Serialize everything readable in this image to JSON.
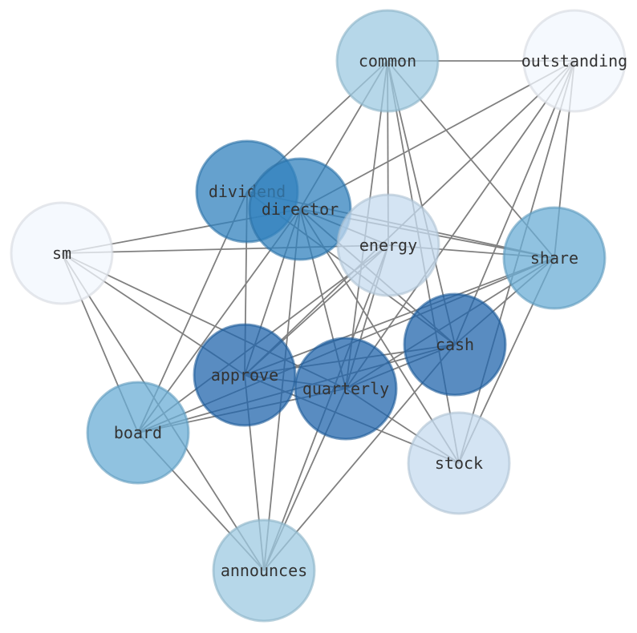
{
  "graph": {
    "nodes": [
      {
        "id": "common",
        "label": "common",
        "shade": "#9ecae1"
      },
      {
        "id": "outstanding",
        "label": "outstanding",
        "shade": "#f2f7fd"
      },
      {
        "id": "dividend",
        "label": "dividend",
        "shade": "#3182bd"
      },
      {
        "id": "director",
        "label": "director",
        "shade": "#3182bd"
      },
      {
        "id": "energy",
        "label": "energy",
        "shade": "#c6dbef"
      },
      {
        "id": "sm",
        "label": "sm",
        "shade": "#f2f7fd"
      },
      {
        "id": "share",
        "label": "share",
        "shade": "#6baed6"
      },
      {
        "id": "cash",
        "label": "cash",
        "shade": "#2166ac"
      },
      {
        "id": "approve",
        "label": "approve",
        "shade": "#2166ac"
      },
      {
        "id": "quarterly",
        "label": "quarterly",
        "shade": "#2166ac"
      },
      {
        "id": "board",
        "label": "board",
        "shade": "#6baed6"
      },
      {
        "id": "stock",
        "label": "stock",
        "shade": "#c6dbef"
      },
      {
        "id": "announces",
        "label": "announces",
        "shade": "#9ecae1"
      }
    ],
    "edges": [
      [
        "common",
        "outstanding"
      ],
      [
        "common",
        "dividend"
      ],
      [
        "common",
        "director"
      ],
      [
        "common",
        "energy"
      ],
      [
        "common",
        "cash"
      ],
      [
        "common",
        "share"
      ],
      [
        "common",
        "stock"
      ],
      [
        "common",
        "quarterly"
      ],
      [
        "outstanding",
        "director"
      ],
      [
        "outstanding",
        "share"
      ],
      [
        "outstanding",
        "cash"
      ],
      [
        "outstanding",
        "stock"
      ],
      [
        "outstanding",
        "quarterly"
      ],
      [
        "outstanding",
        "approve"
      ],
      [
        "dividend",
        "board"
      ],
      [
        "dividend",
        "approve"
      ],
      [
        "dividend",
        "cash"
      ],
      [
        "dividend",
        "share"
      ],
      [
        "director",
        "sm"
      ],
      [
        "director",
        "share"
      ],
      [
        "director",
        "cash"
      ],
      [
        "director",
        "approve"
      ],
      [
        "director",
        "quarterly"
      ],
      [
        "director",
        "board"
      ],
      [
        "director",
        "announces"
      ],
      [
        "director",
        "energy"
      ],
      [
        "director",
        "stock"
      ],
      [
        "energy",
        "sm"
      ],
      [
        "energy",
        "share"
      ],
      [
        "energy",
        "approve"
      ],
      [
        "energy",
        "board"
      ],
      [
        "energy",
        "quarterly"
      ],
      [
        "energy",
        "announces"
      ],
      [
        "sm",
        "approve"
      ],
      [
        "sm",
        "board"
      ],
      [
        "sm",
        "announces"
      ],
      [
        "sm",
        "quarterly"
      ],
      [
        "share",
        "approve"
      ],
      [
        "share",
        "quarterly"
      ],
      [
        "share",
        "board"
      ],
      [
        "share",
        "stock"
      ],
      [
        "share",
        "cash"
      ],
      [
        "cash",
        "approve"
      ],
      [
        "cash",
        "board"
      ],
      [
        "cash",
        "announces"
      ],
      [
        "cash",
        "quarterly"
      ],
      [
        "approve",
        "quarterly"
      ],
      [
        "approve",
        "announces"
      ],
      [
        "approve",
        "stock"
      ],
      [
        "quarterly",
        "board"
      ],
      [
        "quarterly",
        "announces"
      ],
      [
        "quarterly",
        "stock"
      ],
      [
        "board",
        "announces"
      ]
    ]
  }
}
